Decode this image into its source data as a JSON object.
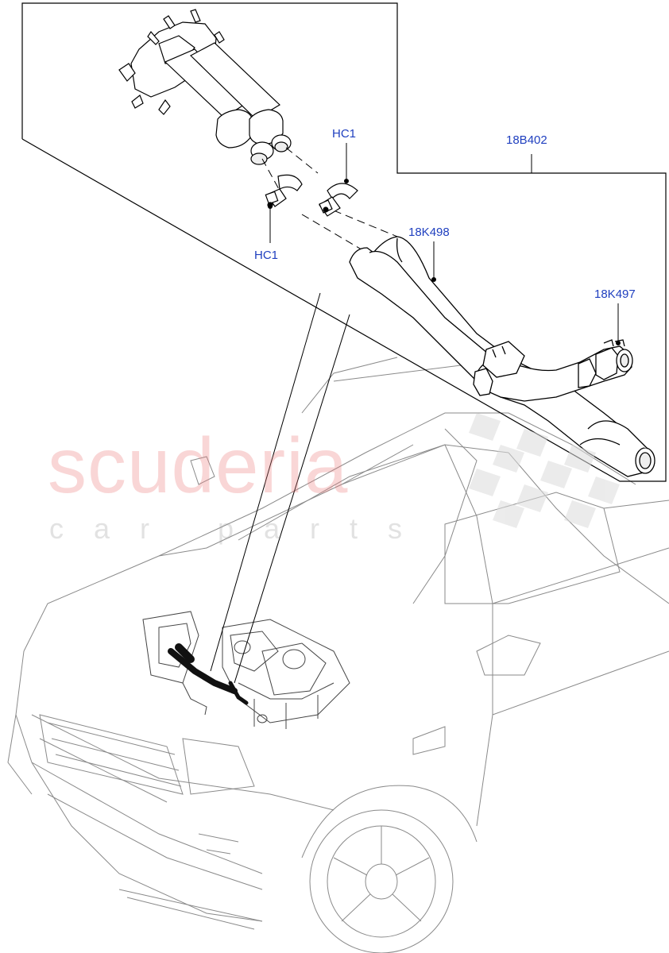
{
  "callouts": {
    "hc1_top": "HC1",
    "hc1_left": "HC1",
    "part_18b402": "18B402",
    "part_18k498": "18K498",
    "part_18k497": "18K497"
  },
  "watermark": {
    "brand": "scuderia",
    "tagline": "car parts"
  },
  "colors": {
    "callout_text": "#1f3fbf",
    "line": "#000000",
    "watermark_red": "#ec7878"
  }
}
